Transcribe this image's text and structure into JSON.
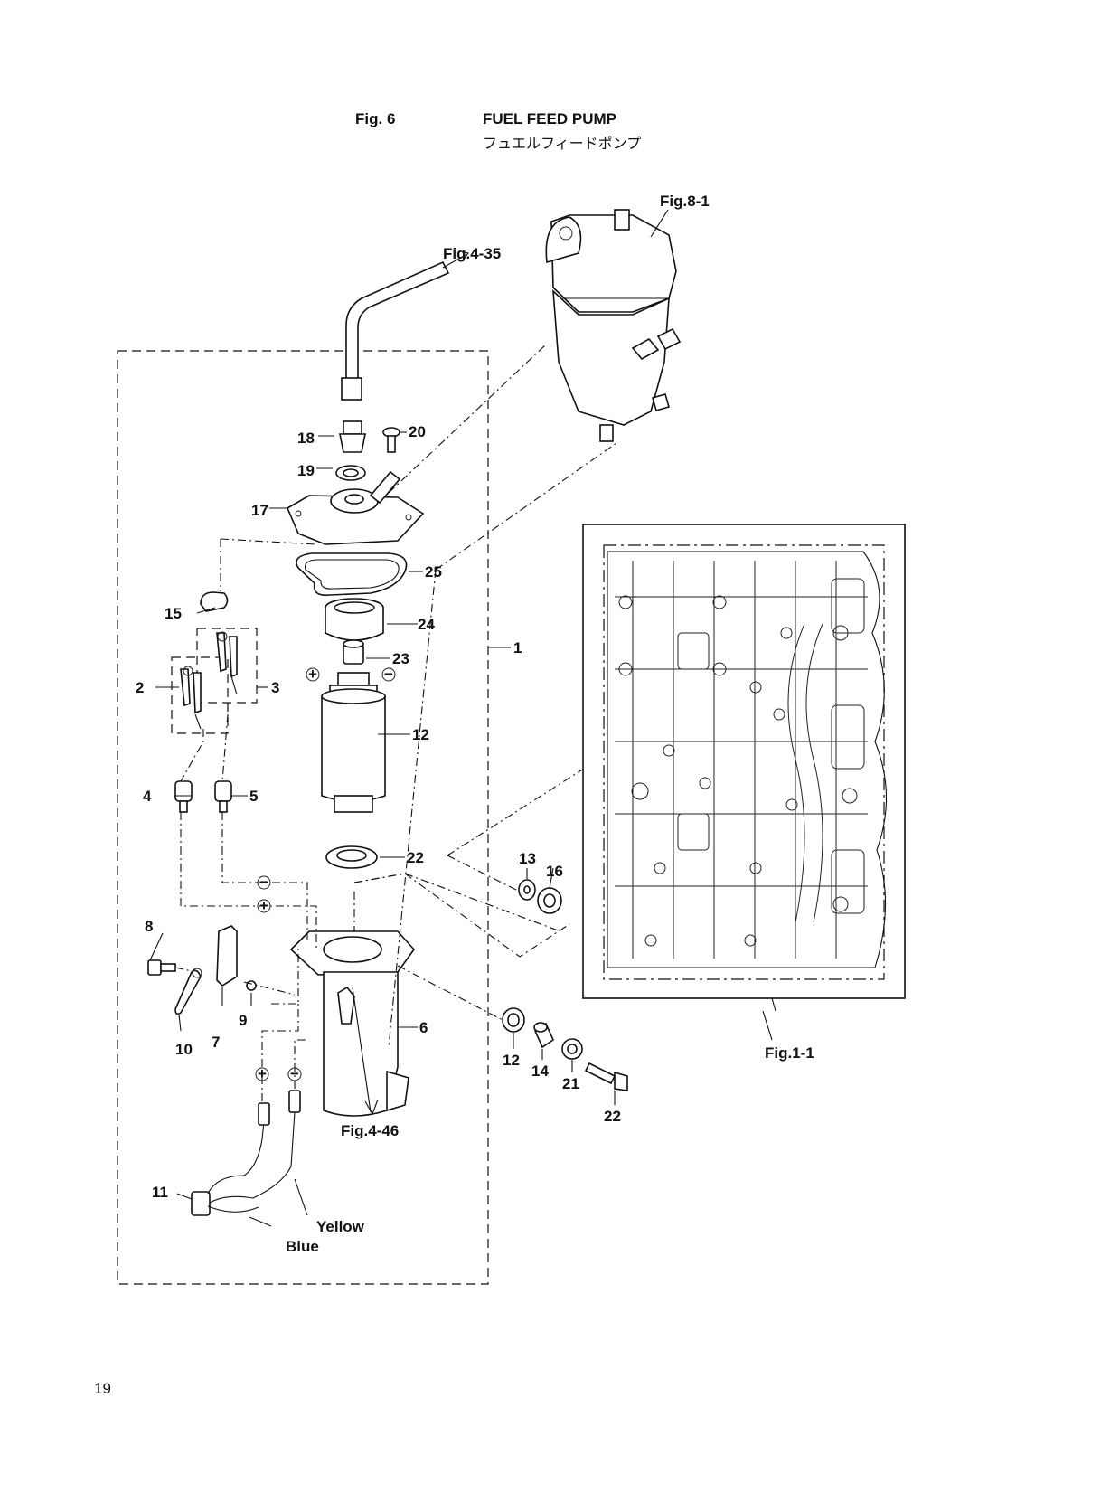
{
  "header": {
    "fig_number": "Fig. 6",
    "title_en": "FUEL FEED PUMP",
    "title_jp": "フュエルフィードポンプ"
  },
  "page_number": "19",
  "callouts": [
    "1",
    "2",
    "3",
    "4",
    "5",
    "6",
    "7",
    "8",
    "9",
    "10",
    "11",
    "12",
    "12",
    "13",
    "14",
    "15",
    "16",
    "17",
    "18",
    "19",
    "20",
    "21",
    "22",
    "22",
    "23",
    "24",
    "25"
  ],
  "figure_refs": {
    "top_right": "Fig.8-1",
    "top_left": "Fig.4-35",
    "bottom_center": "Fig.4-46",
    "inset": "Fig.1-1"
  },
  "wire_colors": {
    "yellow": "Yellow",
    "blue": "Blue"
  },
  "polarity": {
    "plus": "+",
    "minus": "−"
  }
}
